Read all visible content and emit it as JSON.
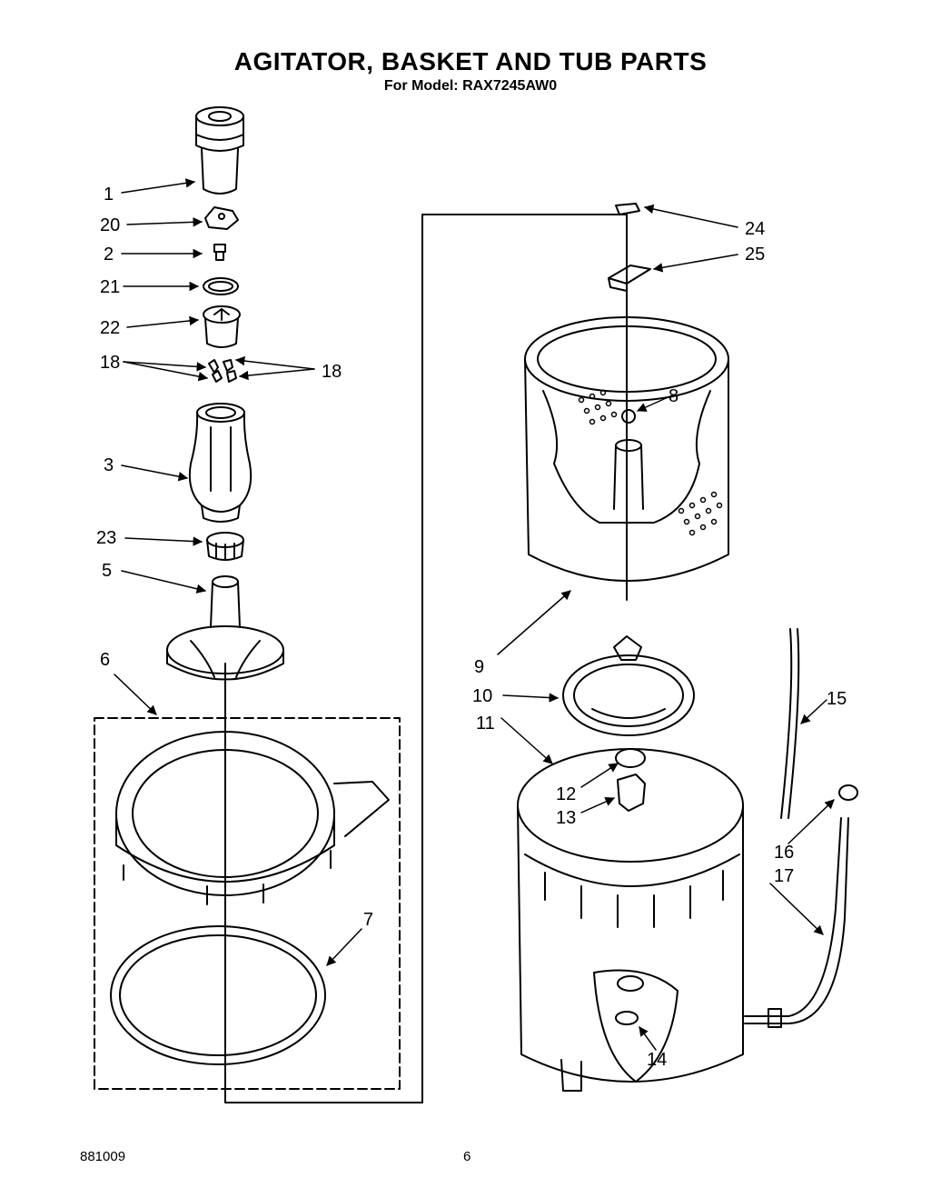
{
  "header": {
    "title": "AGITATOR, BASKET AND TUB PARTS",
    "subtitle": "For Model: RAX7245AW0"
  },
  "footer": {
    "doc_code": "881009",
    "page_number": "6"
  },
  "callouts": {
    "c1": "1",
    "c20": "20",
    "c2": "2",
    "c21": "21",
    "c22": "22",
    "c18a": "18",
    "c18b": "18",
    "c3": "3",
    "c23": "23",
    "c5": "5",
    "c6": "6",
    "c7": "7",
    "c24": "24",
    "c25": "25",
    "c8": "8",
    "c9": "9",
    "c10": "10",
    "c11": "11",
    "c12": "12",
    "c13": "13",
    "c14": "14",
    "c15": "15",
    "c16": "16",
    "c17": "17"
  }
}
